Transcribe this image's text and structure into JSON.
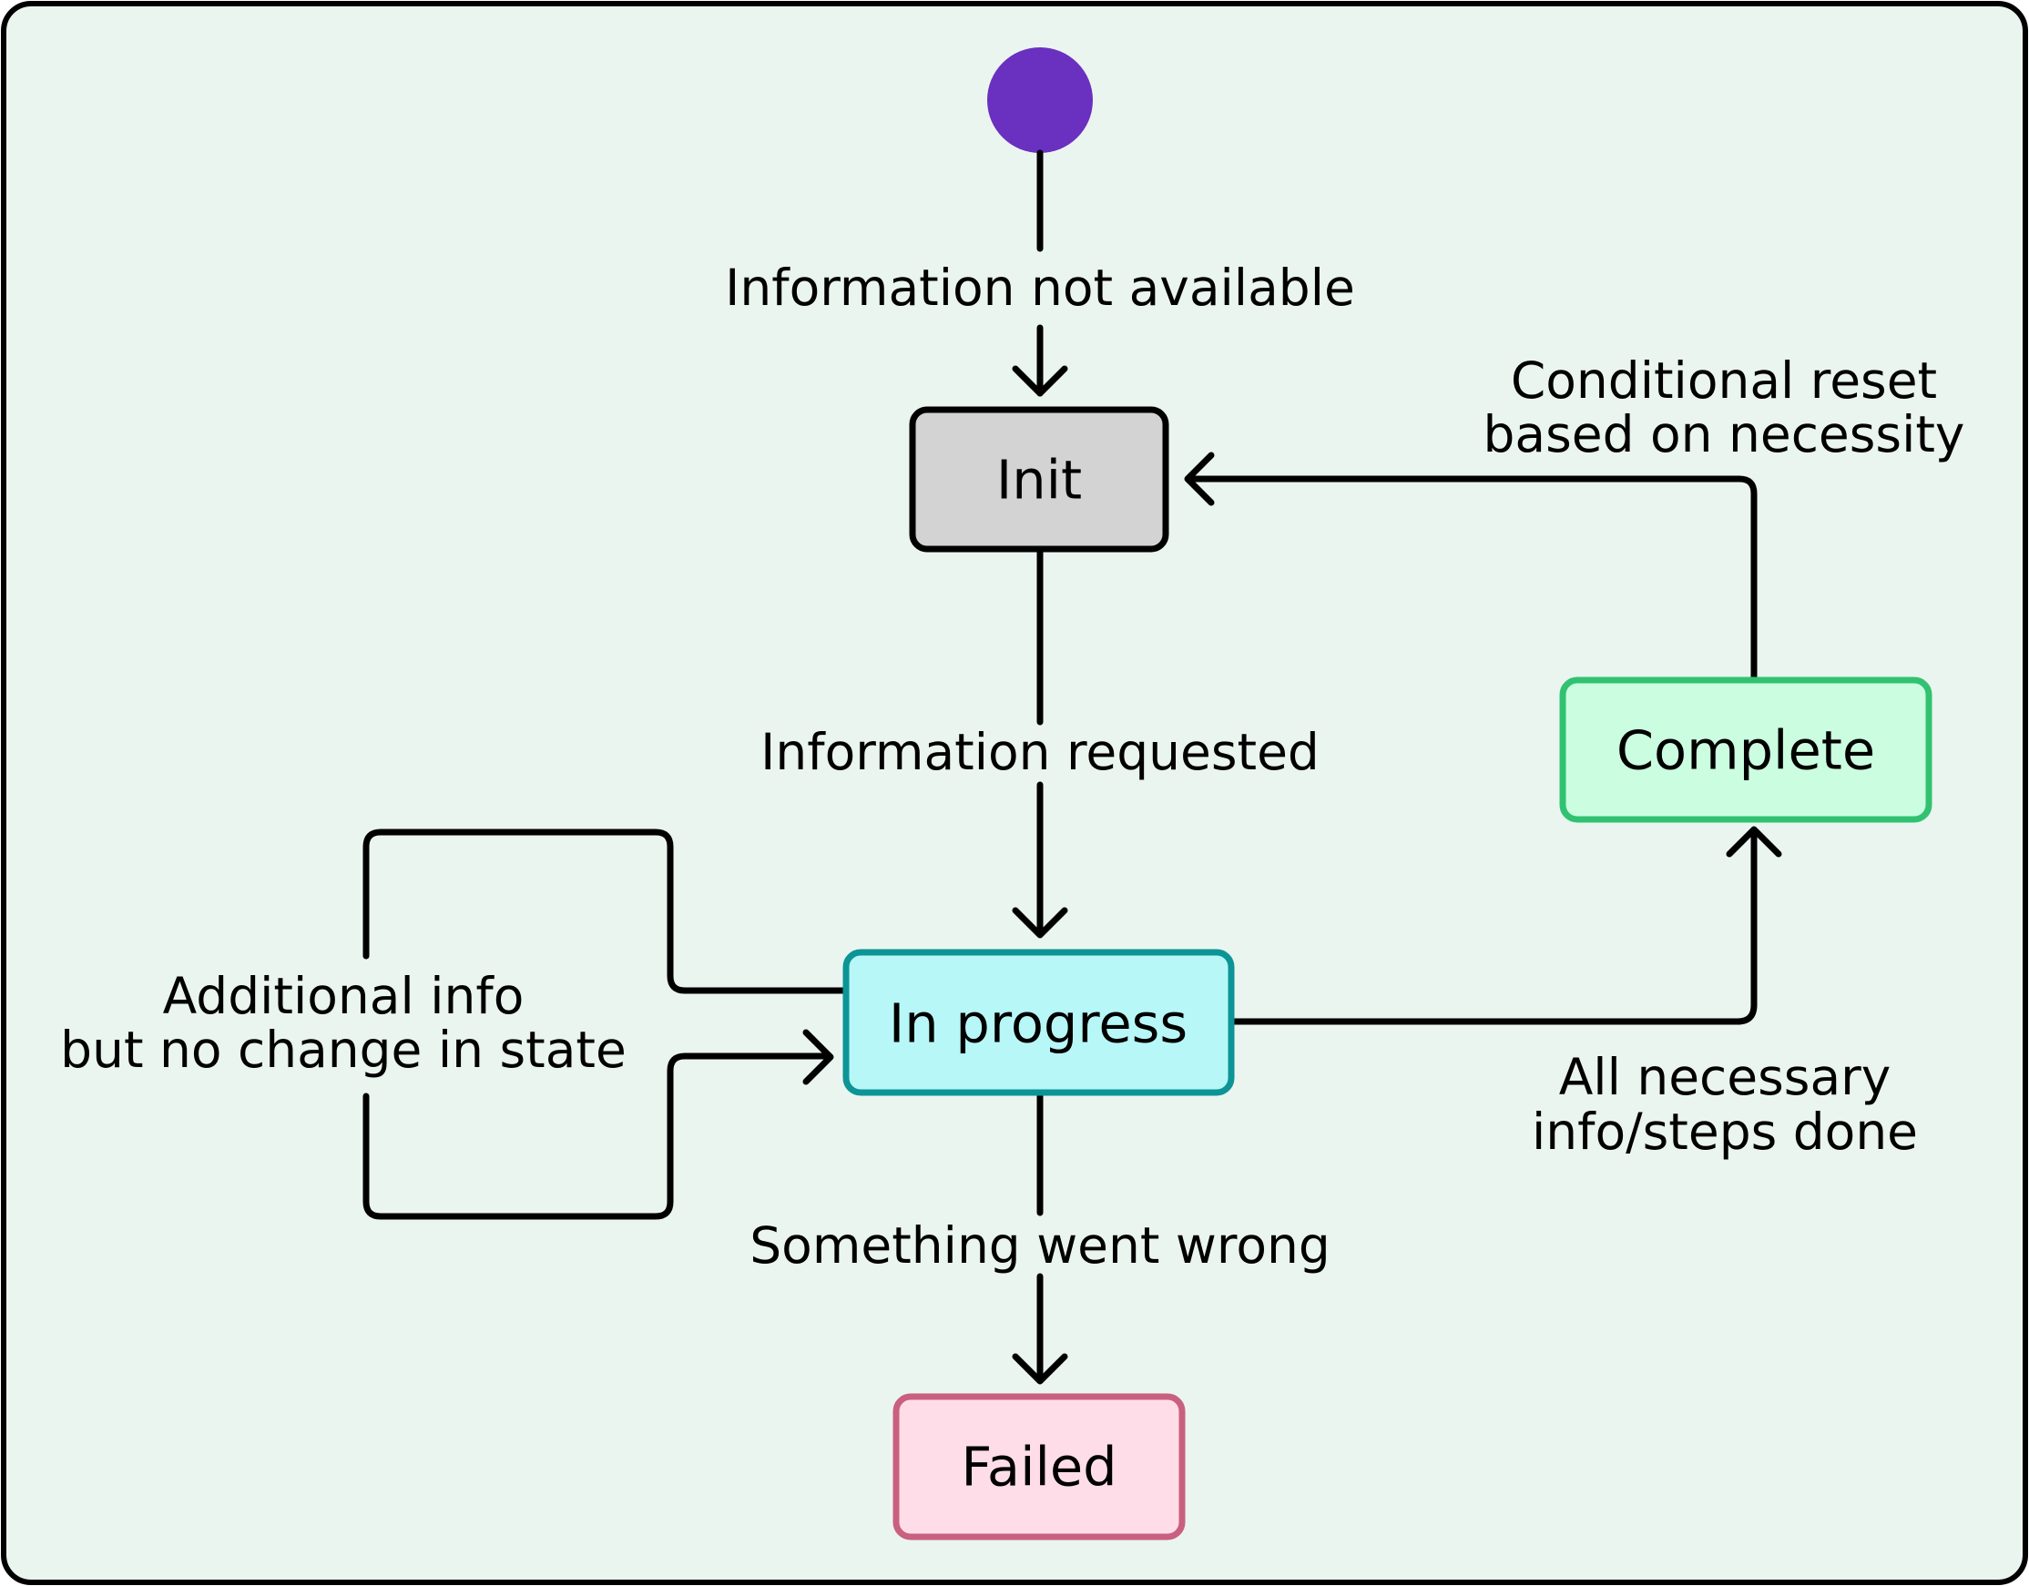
{
  "colors": {
    "background": "#ebf5f0",
    "frame_stroke": "#000000",
    "start_dot": "#6a30c0",
    "init_fill": "#d3d3d3",
    "init_stroke": "#000000",
    "in_progress_fill": "#b8f7f7",
    "in_progress_stroke": "#0d9496",
    "complete_fill": "#cbfde0",
    "complete_stroke": "#31c271",
    "failed_fill": "#fedde9",
    "failed_stroke": "#c96080"
  },
  "states": {
    "init": "Init",
    "in_progress": "In progress",
    "complete": "Complete",
    "failed": "Failed"
  },
  "transitions": {
    "information_not_available": "Information not available",
    "information_requested": "Information requested",
    "conditional_reset": [
      "Conditional reset",
      "based on necessity"
    ],
    "additional_info": [
      "Additional info",
      "but no change in state"
    ],
    "all_necessary_done": [
      "All necessary",
      "info/steps done"
    ],
    "something_went_wrong": "Something went wrong"
  }
}
